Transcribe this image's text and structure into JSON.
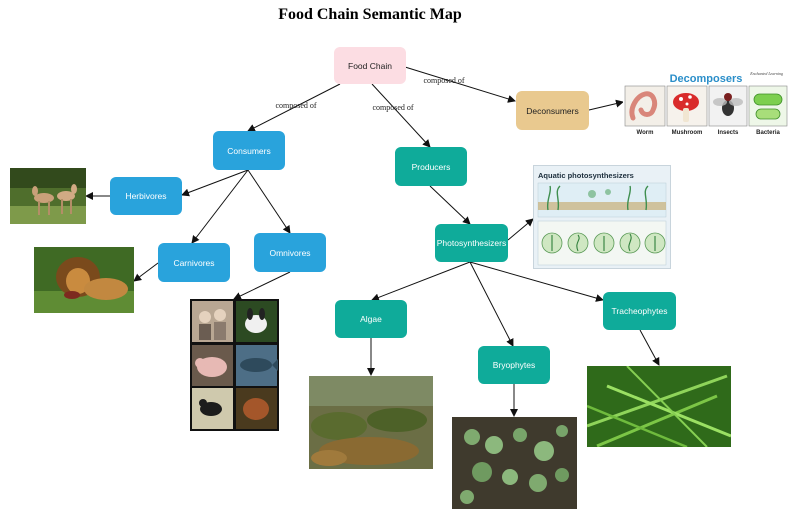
{
  "title": "Food Chain Semantic Map",
  "nodes": {
    "root": "Food Chain",
    "consumers": "Consumers",
    "producers": "Producers",
    "deconsumers": "Deconsumers",
    "herbivores": "Herbivores",
    "carnivores": "Carnivores",
    "omnivores": "Omnivores",
    "photosynthesizers": "Photosynthesizers",
    "algae": "Algae",
    "bryophytes": "Bryophytes",
    "tracheophytes": "Tracheophytes"
  },
  "edge_labels": {
    "consumers": "composed of",
    "producers": "composed of",
    "deconsumers": "composed of"
  },
  "decomposers_card": {
    "title": "Decomposers",
    "brand": "Enchanted Learning",
    "items": [
      "Worm",
      "Mushroom",
      "Insects",
      "Bacteria"
    ]
  },
  "aquatic_card": {
    "title": "Aquatic photosynthesizers"
  },
  "colors": {
    "root": "#fcdde3",
    "consumer_nodes": "#29a3dc",
    "producer_nodes": "#0fab9a",
    "decomposer_node": "#e9c98f"
  }
}
